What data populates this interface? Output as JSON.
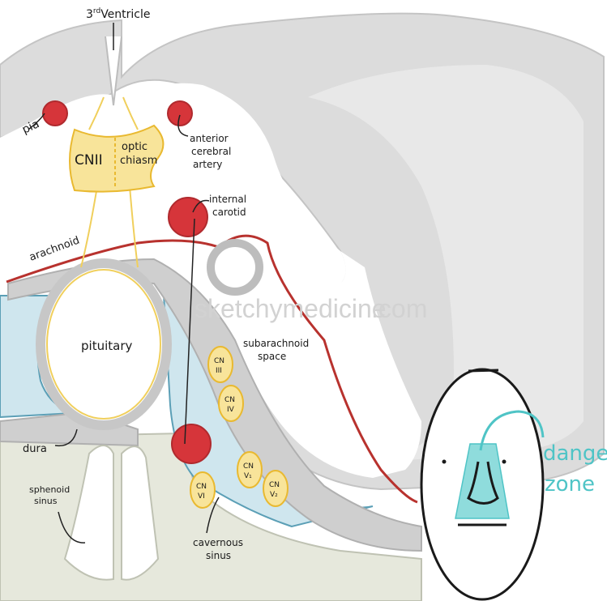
{
  "labels": {
    "third_ventricle_base": "3",
    "third_ventricle_sup": "rd",
    "third_ventricle_rest": "Ventricle",
    "pia": "pia",
    "cn2": "CNII",
    "optic_chiasm_1": "optic",
    "optic_chiasm_2": "chiasm",
    "aca_1": "anterior",
    "aca_2": "cerebral",
    "aca_3": "artery",
    "ica_1": "internal",
    "ica_2": "carotid",
    "arachnoid": "arachnoid",
    "pituitary": "pituitary",
    "subarachnoid_1": "subarachnoid",
    "subarachnoid_2": "space",
    "dura": "dura",
    "sphenoid_1": "sphenoid",
    "sphenoid_2": "sinus",
    "cavernous_1": "cavernous",
    "cavernous_2": "sinus",
    "cn3_a": "CN",
    "cn3_b": "III",
    "cn4_a": "CN",
    "cn4_b": "IV",
    "cn6_a": "CN",
    "cn6_b": "VI",
    "cnv1_a": "CN",
    "cnv1_b": "V₁",
    "cnv2_a": "CN",
    "cnv2_b": "V₂",
    "danger_1": "danger",
    "danger_2": "zone",
    "watermark_1": "sketchymedicine",
    "watermark_2": ".com"
  },
  "colors": {
    "brain_gray": "#dcdcdc",
    "meninges_gray": "#c8c8c8",
    "csf_blue": "#cfe6ee",
    "vessel_red": "#d6353a",
    "arachnoid_red": "#b8322e",
    "nerve_yellow": "#f8e49a",
    "nerve_outline": "#e9b930",
    "bone": "#e6e8dc",
    "danger_teal": "#4fc4c6"
  }
}
